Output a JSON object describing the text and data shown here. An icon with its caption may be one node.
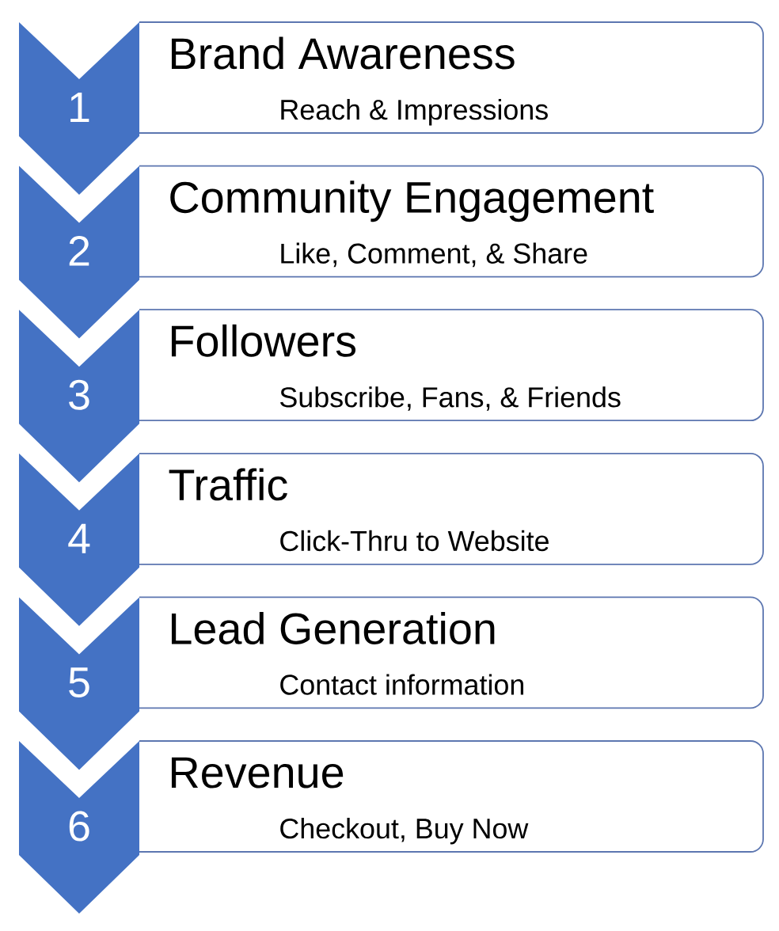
{
  "diagram": {
    "nodes": [
      {
        "text": [
          "1"
        ]
      },
      {
        "text": [
          "Brand Awareness",
          "Reach & Impressions"
        ]
      },
      {
        "text": [
          "2"
        ]
      },
      {
        "text": [
          "Community Engagement",
          "Like, Comment, & Share"
        ]
      },
      {
        "text": [
          "3"
        ]
      },
      {
        "text": [
          "Followers",
          "Subscribe, Fans, & Friends"
        ]
      },
      {
        "text": [
          "4"
        ]
      },
      {
        "text": [
          "Traffic",
          "Click-Thru to Website"
        ]
      },
      {
        "text": [
          "5"
        ]
      },
      {
        "text": [
          "Lead Generation",
          "Contact information"
        ]
      },
      {
        "text": [
          "6"
        ]
      },
      {
        "text": [
          "Revenue",
          "Checkout, Buy Now"
        ]
      }
    ]
  }
}
